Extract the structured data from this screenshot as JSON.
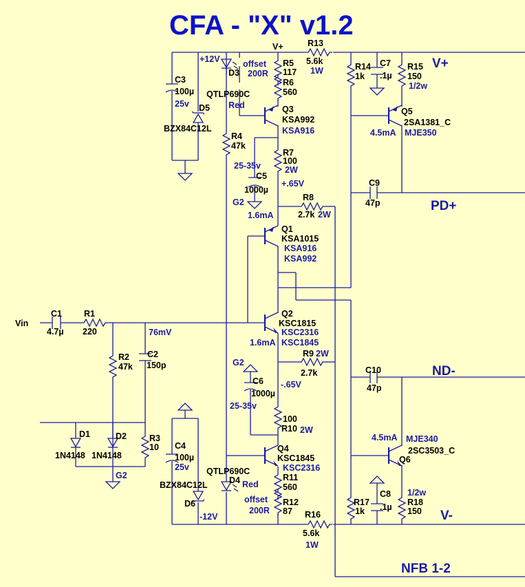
{
  "title": "CFA - \"X\" v1.2",
  "nets": {
    "vplus_top": "V+",
    "vplus": "V+",
    "vminus": "V-",
    "pdplus": "PD+",
    "ndminus": "ND-",
    "nfb": "NFB 1-2",
    "vin": "Vin",
    "p12": "+12V",
    "m12": "-12V",
    "g2a": "G2",
    "g2b": "G2",
    "g2c": "G2"
  },
  "components": {
    "R1": {
      "ref": "R1",
      "value": "220"
    },
    "R2": {
      "ref": "R2",
      "value": "47k"
    },
    "R3": {
      "ref": "R3",
      "value": "10"
    },
    "R4": {
      "ref": "R4",
      "value": "47k"
    },
    "R5": {
      "ref": "R5",
      "value": "117",
      "note": "offset",
      "note2": "200R"
    },
    "R6": {
      "ref": "R6",
      "value": "560"
    },
    "R7": {
      "ref": "R7",
      "value": "100",
      "power": "2W"
    },
    "R8": {
      "ref": "R8",
      "value": "2.7k",
      "power": "2W"
    },
    "R9": {
      "ref": "R9",
      "value": "2.7k",
      "power": "2W"
    },
    "R10": {
      "ref": "R10",
      "value": "100",
      "power": "2W"
    },
    "R11": {
      "ref": "R11",
      "value": "560"
    },
    "R12": {
      "ref": "R12",
      "value": "87",
      "note": "offset",
      "note2": "200R"
    },
    "R13": {
      "ref": "R13",
      "value": "5.6k",
      "power": "1W"
    },
    "R14": {
      "ref": "R14",
      "value": "1k"
    },
    "R15": {
      "ref": "R15",
      "value": "150",
      "power": "1/2w"
    },
    "R16": {
      "ref": "R16",
      "value": "5.6k",
      "power": "1W"
    },
    "R17": {
      "ref": "R17",
      "value": "1k"
    },
    "R18": {
      "ref": "R18",
      "value": "150",
      "power": "1/2w"
    },
    "C1": {
      "ref": "C1",
      "value": "4.7µ"
    },
    "C2": {
      "ref": "C2",
      "value": "150p"
    },
    "C3": {
      "ref": "C3",
      "value": "100µ",
      "rating": "25v"
    },
    "C4": {
      "ref": "C4",
      "value": "100µ",
      "rating": "25v"
    },
    "C5": {
      "ref": "C5",
      "value": "1000µ",
      "rating": "25-35v"
    },
    "C6": {
      "ref": "C6",
      "value": "1000µ",
      "rating": "25-35v"
    },
    "C7": {
      "ref": "C7",
      "value": ".1µ"
    },
    "C8": {
      "ref": "C8",
      "value": ".1µ"
    },
    "C9": {
      "ref": "C9",
      "value": "47p"
    },
    "C10": {
      "ref": "C10",
      "value": "47p"
    },
    "D1": {
      "ref": "D1",
      "value": "1N4148"
    },
    "D2": {
      "ref": "D2",
      "value": "1N4148"
    },
    "D3": {
      "ref": "D3",
      "value": "QTLP690C",
      "color": "Red"
    },
    "D4": {
      "ref": "D4",
      "value": "QTLP690C",
      "color": "Red"
    },
    "D5": {
      "ref": "D5",
      "value": "BZX84C12L"
    },
    "D6": {
      "ref": "D6",
      "value": "BZX84C12L"
    },
    "Q1": {
      "ref": "Q1",
      "value": "KSA1015",
      "alt1": "KSA916",
      "alt2": "KSA992",
      "current": "1.6mA"
    },
    "Q2": {
      "ref": "Q2",
      "value": "KSC1815",
      "alt1": "KSC2316",
      "alt2": "KSC1845",
      "current": "1.6mA"
    },
    "Q3": {
      "ref": "Q3",
      "value": "KSA992",
      "alt1": "KSA916"
    },
    "Q4": {
      "ref": "Q4",
      "value": "KSC1845",
      "alt1": "KSC2316"
    },
    "Q5": {
      "ref": "Q5",
      "value": "2SA1381_C",
      "alt1": "MJE350",
      "current": "4.5mA"
    },
    "Q6": {
      "ref": "Q6",
      "value": "2SC3503_C",
      "alt1": "MJE340",
      "current": "4.5mA"
    }
  },
  "annotations": {
    "v_in_bias": "76mV",
    "v_plus065": "+.65V",
    "v_minus065": "-.65V"
  }
}
